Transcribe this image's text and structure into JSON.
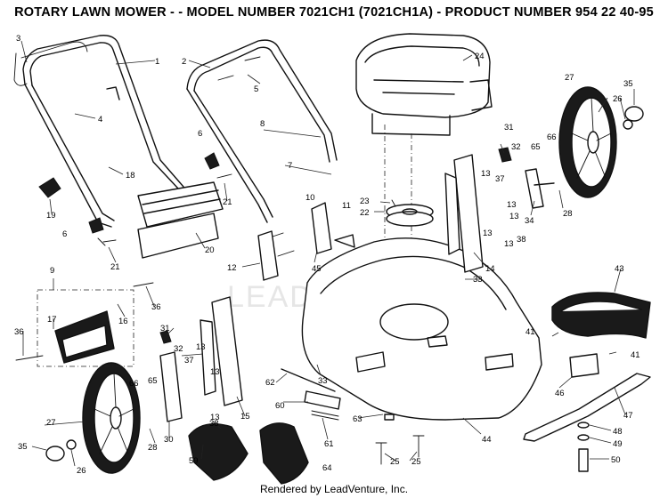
{
  "title": "ROTARY LAWN MOWER - - MODEL NUMBER 7021CH1 (7021CH1A) - PRODUCT NUMBER 954 22 40-95",
  "watermark": "LEADVENTURE",
  "footer": "Rendered by LeadVenture, Inc.",
  "callouts": [
    "3",
    "1",
    "2",
    "4",
    "5",
    "24",
    "27",
    "35",
    "26",
    "6",
    "8",
    "7",
    "31",
    "32",
    "65",
    "66",
    "18",
    "19",
    "21",
    "13",
    "37",
    "10",
    "11",
    "23",
    "22",
    "12",
    "45",
    "6",
    "20",
    "21",
    "9",
    "34",
    "28",
    "38",
    "14",
    "13",
    "33",
    "16",
    "17",
    "36",
    "36",
    "43",
    "31",
    "32",
    "13",
    "37",
    "65",
    "66",
    "62",
    "33",
    "41",
    "41",
    "46",
    "47",
    "27",
    "28",
    "30",
    "15",
    "60",
    "63",
    "38",
    "61",
    "44",
    "35",
    "26",
    "59",
    "64",
    "25",
    "25",
    "48",
    "49",
    "50",
    "13",
    "13",
    "13",
    "13",
    "13"
  ]
}
